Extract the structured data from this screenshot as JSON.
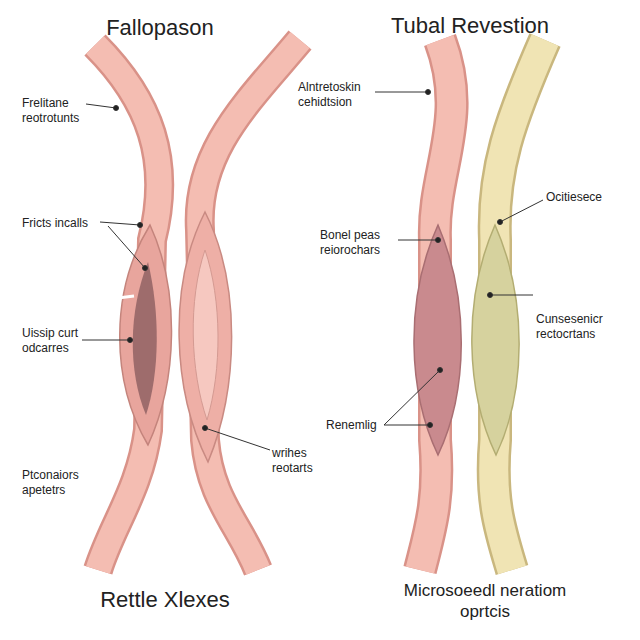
{
  "diagram": {
    "labels": [
      "Fallopason",
      "Tubal Revestion",
      "Frelitane reotrotunts",
      "Fricts incalls",
      "Uissip curt odcarres",
      "Ptconaiors apetetrs",
      "wrihes reotarts",
      "Alntretoskin cehidtsion",
      "Bonel peas reiorochars",
      "Ocitiesece",
      "Cunsesenicr rectocrtans",
      "Renemlig",
      "Rettle Xlexes",
      "Microsoeedl neratiom oprtcis"
    ]
  }
}
